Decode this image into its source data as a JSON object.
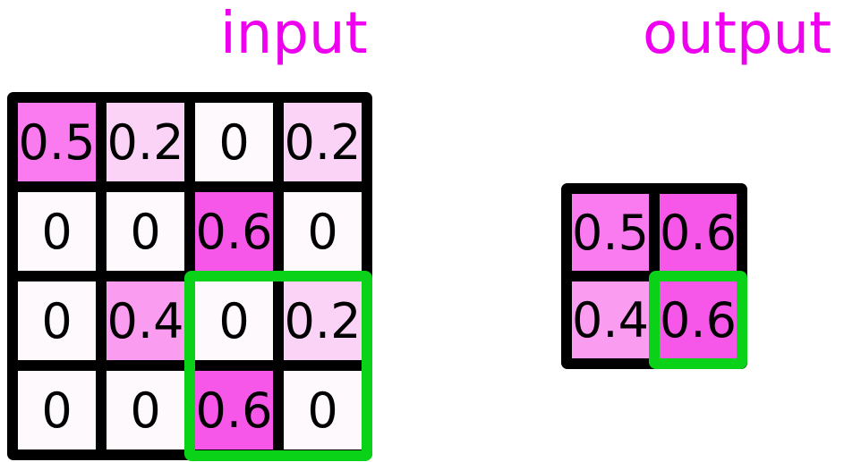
{
  "titles": {
    "input": "input",
    "output": "output"
  },
  "colors": {
    "background": "#ffffff",
    "title_text": "#ee00ee",
    "grid_lines": "#000000",
    "cell_text": "#000000",
    "highlight_green": "#0ad219",
    "value_fills": {
      "0": "#fdf9fd",
      "0.2": "#fbd3f7",
      "0.4": "#fa9df0",
      "0.5": "#fa7bf0",
      "0.6": "#f657e9"
    }
  },
  "input_grid": {
    "size": "4x4",
    "rows": [
      [
        "0.5",
        "0.2",
        "0",
        "0.2"
      ],
      [
        "0",
        "0",
        "0.6",
        "0"
      ],
      [
        "0",
        "0.4",
        "0",
        "0.2"
      ],
      [
        "0",
        "0",
        "0.6",
        "0"
      ]
    ],
    "highlighted_region": {
      "rows": [
        2,
        3
      ],
      "cols": [
        2,
        3
      ],
      "values": [
        [
          "0",
          "0.2"
        ],
        [
          "0.6",
          "0"
        ]
      ]
    }
  },
  "output_grid": {
    "size": "2x2",
    "rows": [
      [
        "0.5",
        "0.6"
      ],
      [
        "0.4",
        "0.6"
      ]
    ],
    "highlighted_region": {
      "rows": [
        1
      ],
      "cols": [
        1
      ],
      "values": [
        [
          "0.6"
        ]
      ]
    }
  }
}
